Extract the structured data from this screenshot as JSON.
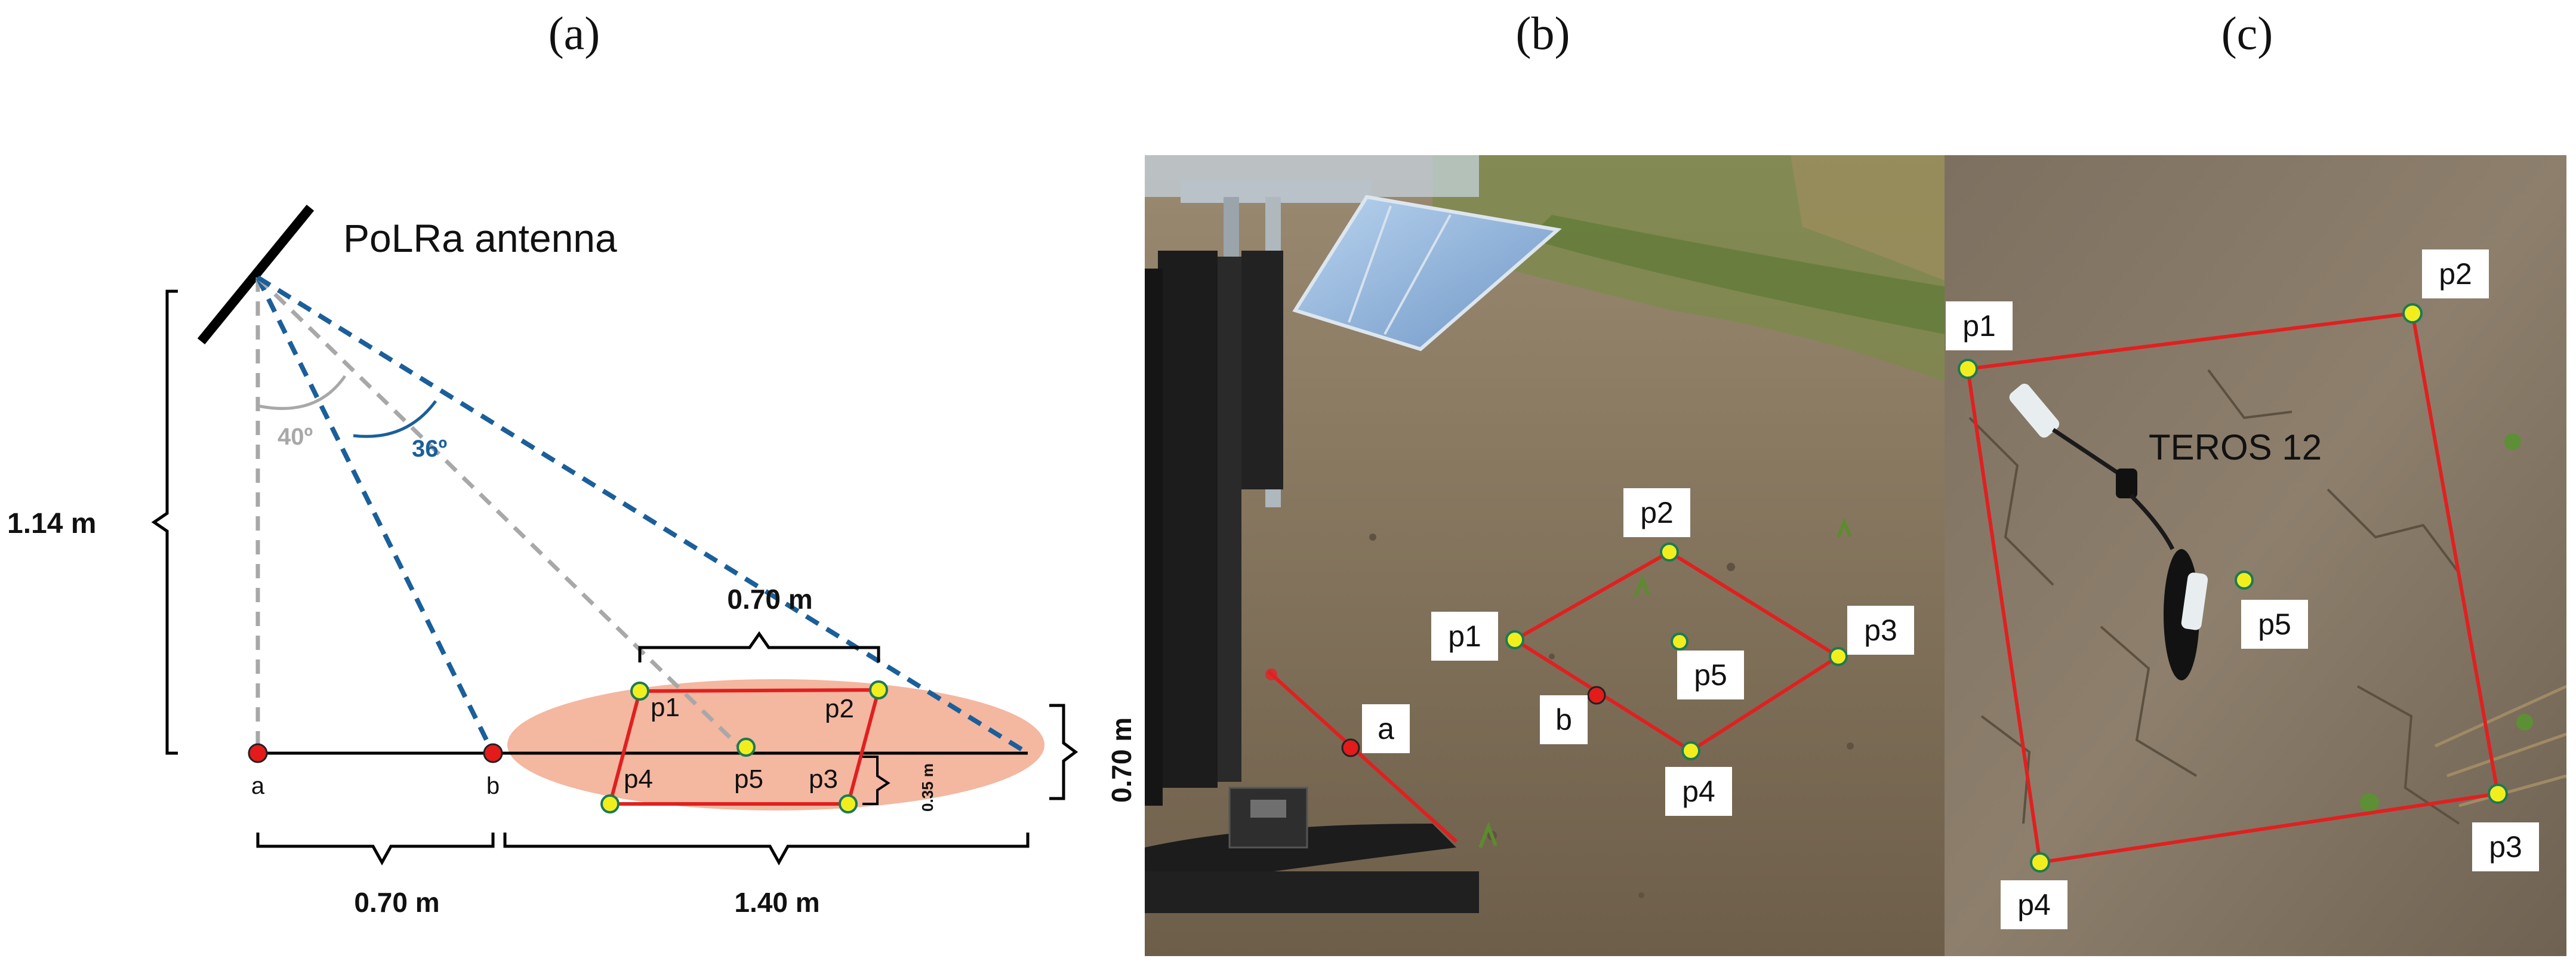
{
  "panels": {
    "a": {
      "label": "(a)"
    },
    "b": {
      "label": "(b)"
    },
    "c": {
      "label": "(c)"
    }
  },
  "diagram_a": {
    "antenna_label": "PoLRa antenna",
    "height_label": "1.14 m",
    "angle_gray": "40º",
    "angle_blue": "36º",
    "footprint_width_label": "0.70 m",
    "footprint_depth_label": "0.70 m",
    "half_depth_label": "0.35 m",
    "dist_ab_label": "0.70 m",
    "dist_b_label": "1.40 m",
    "ground_points": [
      "a",
      "b"
    ],
    "sample_points": [
      "p1",
      "p2",
      "p3",
      "p4",
      "p5"
    ],
    "colors": {
      "blue": "#1a5f9a",
      "gray": "#a8a8a8",
      "footprint": "#f4b7a0",
      "frame": "#e02020",
      "marker": "#f2ee1e",
      "ground_marker": "#e31b1b"
    }
  },
  "photo_b": {
    "point_labels": [
      "p1",
      "p2",
      "p3",
      "p4",
      "p5",
      "a",
      "b"
    ]
  },
  "photo_c": {
    "sensor_label": "TEROS 12",
    "point_labels": [
      "p1",
      "p2",
      "p3",
      "p4",
      "p5"
    ]
  }
}
